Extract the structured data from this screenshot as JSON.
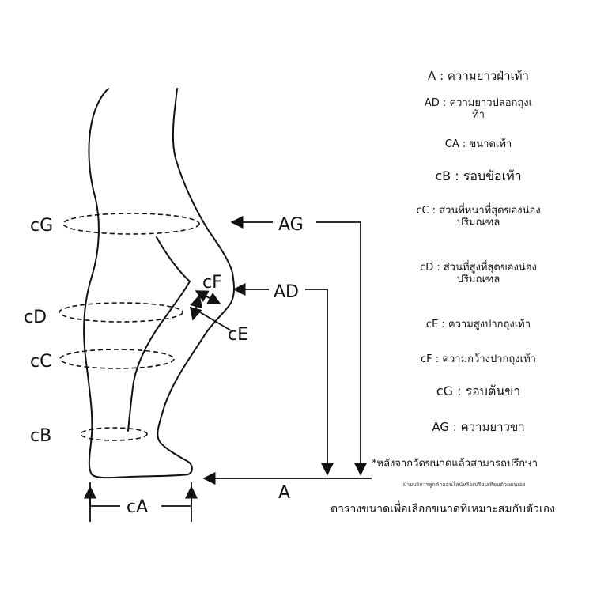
{
  "labels": {
    "cG": "cG",
    "cD": "cD",
    "cC": "cC",
    "cB": "cB",
    "cA": "cA",
    "cF": "cF",
    "cE": "cE",
    "AG": "AG",
    "AD": "AD",
    "A": "A"
  },
  "legend": [
    {
      "key": "A",
      "sep": " : ",
      "text": "ความยาวฝ่าเท้า"
    },
    {
      "key": "AD",
      "sep": " : ",
      "text": "ความยาวปลอกถุงเ\nท้า"
    },
    {
      "key": "CA",
      "sep": " : ",
      "text": "ขนาดเท้า"
    },
    {
      "key": "cB",
      "sep": " : ",
      "text": "รอบข้อเท้า"
    },
    {
      "key": "cC",
      "sep": " : ",
      "text": "ส่วนที่หนาที่สุดของน่อง\nปริมณฑล"
    },
    {
      "key": "cD",
      "sep": " : ",
      "text": "ส่วนที่สูงที่สุดของน่อง\nปริมณฑล"
    },
    {
      "key": "cE",
      "sep": " : ",
      "text": "ความสูงปากถุงเท้า"
    },
    {
      "key": "cF",
      "sep": " : ",
      "text": "ความกว้างปากถุงเท้า"
    },
    {
      "key": "cG",
      "sep": " : ",
      "text": "รอบต้นขา"
    },
    {
      "key": "AG",
      "sep": " : ",
      "text": "ความยาวขา"
    }
  ],
  "notes": {
    "consult": "*หลังจากวัดขนาดแล้วสามารถปรึกษา",
    "service": "ฝ่ายบริการลูกค้าออนไลน์หรือเปรียบเทียบด้วยตนเอง",
    "footer": "ตารางขนาดเพื่อเลือกขนาดที่เหมาะสมกับตัวเอง"
  }
}
